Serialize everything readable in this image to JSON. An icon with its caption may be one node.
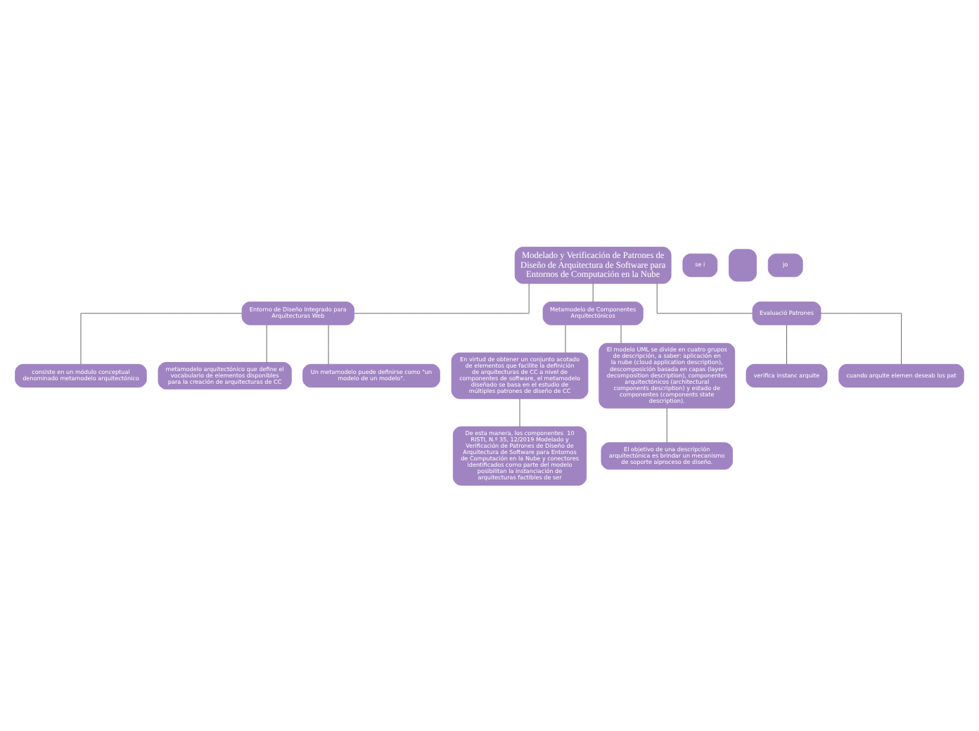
{
  "diagram": {
    "nodes": [
      {
        "text": [
          "Modelado y Verificación de Patrones de  Diseño de Arquitectura de Software para Entornos de Computación en la Nube"
        ]
      },
      {
        "text": [
          "Entorno de Diseño Integrado para Arquitecturas Web"
        ]
      },
      {
        "text": [
          "consiste en un módulo conceptual denominado metamodelo arquitectónico"
        ]
      },
      {
        "text": [
          "metamodelo arquitectónico que define el vocabulario de elementos disponibles para la creación de arquitecturas de CC"
        ]
      },
      {
        "text": [
          "Un metamodelo puede definirse como \"un modelo de un modelo\"."
        ]
      },
      {
        "text": [
          "Metamodelo de Componentes Arquitectónicos"
        ]
      },
      {
        "text": [
          "En virtud de obtener un conjunto acotado de elementos que facilite la definición de arquitecturas de CC a nivel de componentes de software, el metamodelo diseñado se basa en el estudio de múltiples patrones de diseño de CC"
        ]
      },
      {
        "text": [
          "De esta manera, los componentes  10 RISTI, N.º 35, 12/2019 Modelado y Verificación de Patrones de Diseño de Arquitectura de Software para Entornos de Computación en la Nube y conectores identificados como parte del modelo posibilitan la instanciación de arquitecturas factibles de ser"
        ]
      },
      {
        "text": [
          "El modelo UML se divide en cuatro grupos de descripción, a saber: aplicación en la nube (cloud application description), descomposición basada en capas (layer decomposition description), componentes arquitectónicos (architectural components description) y estado de componentes (components state description)."
        ]
      },
      {
        "text": [
          "El objetivo de una descripción arquitectónica es brindar un mecanismo de soporte alproceso de diseño."
        ]
      },
      {
        "text": [
          "Evaluació Patrones"
        ]
      },
      {
        "text": [
          "verifica instanc arquite"
        ]
      },
      {
        "text": [
          "cuando arquite elemen deseab los pat"
        ]
      },
      {
        "text": [
          "se i"
        ]
      },
      {
        "text": [],
        "shape": "box"
      },
      {
        "text": [
          "jo"
        ]
      }
    ],
    "edges": [
      {
        "from": 0,
        "to": 1,
        "arrow": "none"
      },
      {
        "from": 0,
        "to": 5,
        "arrow": "none"
      },
      {
        "from": 0,
        "to": 10,
        "arrow": "none"
      },
      {
        "from": 1,
        "to": 2,
        "arrow": "none"
      },
      {
        "from": 1,
        "to": 3,
        "arrow": "none"
      },
      {
        "from": 1,
        "to": 4,
        "arrow": "none"
      },
      {
        "from": 5,
        "to": 6,
        "arrow": "none"
      },
      {
        "from": 5,
        "to": 8,
        "arrow": "none"
      },
      {
        "from": 6,
        "to": 7,
        "arrow": "none"
      },
      {
        "from": 8,
        "to": 9,
        "arrow": "none"
      },
      {
        "from": 10,
        "to": 11,
        "arrow": "none"
      },
      {
        "from": 10,
        "to": 12,
        "arrow": "none"
      }
    ]
  }
}
